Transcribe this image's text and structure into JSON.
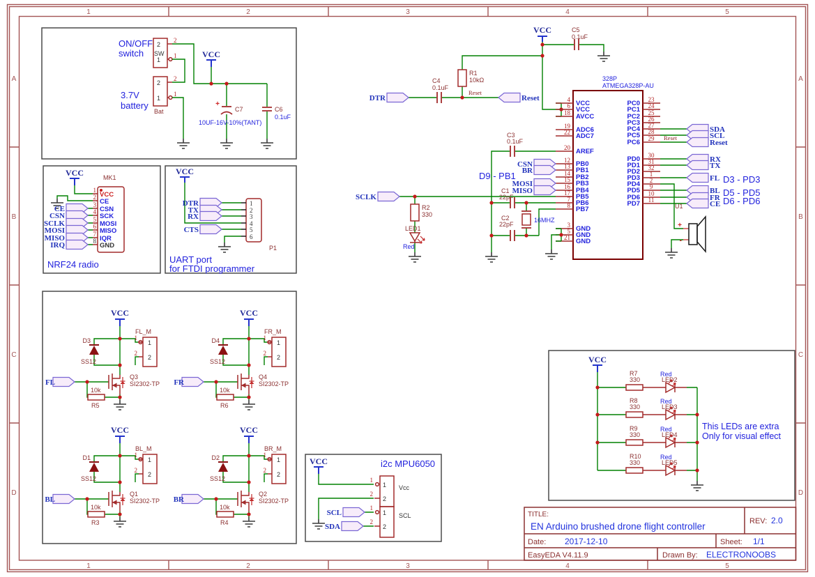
{
  "labels": {
    "vcc": "VCC",
    "one": "1",
    "two": "2",
    "plus": "+",
    "minus": "-"
  },
  "frame": {
    "cols": [
      "1",
      "2",
      "3",
      "4",
      "5"
    ],
    "rows": [
      "A",
      "B",
      "C",
      "D"
    ]
  },
  "power": {
    "note1": "ON/OFF",
    "note2": "switch",
    "note3": "3.7V",
    "note4": "battery",
    "sw_ref": "SW",
    "bat_ref": "Bat",
    "c7_ref": "C7",
    "c7_val": "10UF-16V-10%(TANT)",
    "c6_ref": "C6",
    "c6_val": "0.1uF"
  },
  "nrf": {
    "ref": "MK1",
    "caption": "NRF24 radio",
    "pin_nums": [
      "1",
      "2",
      "3",
      "4",
      "5",
      "6",
      "7",
      "8"
    ],
    "pin_names": [
      "VCC",
      "CE",
      "CSN",
      "SCK",
      "MOSI",
      "MISO",
      "IQR",
      "GND"
    ],
    "flags": [
      "CE",
      "CSN",
      "SCLK",
      "MOSI",
      "MISO",
      "IRQ"
    ]
  },
  "uart": {
    "ref": "P1",
    "caption1": "UART port",
    "caption2": "for FTDI programmer",
    "pin_nums": [
      "1",
      "2",
      "3",
      "4",
      "5",
      "6"
    ],
    "flags": [
      "DTR",
      "TX",
      "RX",
      "CTS"
    ]
  },
  "reset": {
    "dtr": "DTR",
    "c4_ref": "C4",
    "c4_val": "0.1uF",
    "r1_ref": "R1",
    "r1_val": "10kΩ",
    "net": "Reset",
    "flag": "Reset"
  },
  "vccnet": {
    "c5_ref": "C5",
    "c5_val": "0.1uF"
  },
  "mcu": {
    "name": "328P",
    "part": "ATMEGA328P-AU",
    "left": [
      {
        "n": "4",
        "l": "VCC"
      },
      {
        "n": "6",
        "l": "VCC"
      },
      {
        "n": "18",
        "l": "AVCC"
      },
      {
        "n": "19",
        "l": "ADC6"
      },
      {
        "n": "22",
        "l": "ADC7"
      },
      {
        "n": "20",
        "l": "AREF"
      },
      {
        "n": "12",
        "l": "PB0"
      },
      {
        "n": "13",
        "l": "PB1"
      },
      {
        "n": "14",
        "l": "PB2"
      },
      {
        "n": "15",
        "l": "PB3"
      },
      {
        "n": "16",
        "l": "PB4"
      },
      {
        "n": "17",
        "l": "PB5"
      },
      {
        "n": "7",
        "l": "PB6"
      },
      {
        "n": "8",
        "l": "PB7"
      },
      {
        "n": "3",
        "l": "GND"
      },
      {
        "n": "5",
        "l": "GND"
      },
      {
        "n": "21",
        "l": "GND"
      }
    ],
    "right": [
      {
        "n": "23",
        "l": "PC0"
      },
      {
        "n": "24",
        "l": "PC1"
      },
      {
        "n": "25",
        "l": "PC2"
      },
      {
        "n": "26",
        "l": "PC3"
      },
      {
        "n": "27",
        "l": "PC4"
      },
      {
        "n": "28",
        "l": "PC5"
      },
      {
        "n": "29",
        "l": "PC6"
      },
      {
        "n": "30",
        "l": "PD0"
      },
      {
        "n": "31",
        "l": "PD1"
      },
      {
        "n": "32",
        "l": "PD2"
      },
      {
        "n": "1",
        "l": "PD3"
      },
      {
        "n": "2",
        "l": "PD4"
      },
      {
        "n": "9",
        "l": "PD5"
      },
      {
        "n": "10",
        "l": "PD6"
      },
      {
        "n": "11",
        "l": "PD7"
      }
    ]
  },
  "clock": {
    "c3_ref": "C3",
    "c3_val": "0.1uF",
    "c1_ref": "C1",
    "c1_val": "22pF",
    "c2_ref": "C2",
    "c2_val": "22pF",
    "xtal_val": "16MHZ",
    "note": "D9 - PB1"
  },
  "sclk_net": {
    "flag": "SCLK",
    "r2_ref": "R2",
    "r2_val": "330",
    "led_ref": "LED1",
    "led_val": "Red"
  },
  "spi": {
    "flags": [
      "CSN",
      "BR",
      "MOSI",
      "MISO"
    ]
  },
  "right_ports": {
    "flags": [
      "SDA",
      "SCL",
      "Reset",
      "RX",
      "TX",
      "FL",
      "BL",
      "FR",
      "CE"
    ],
    "net": "Reset",
    "notes": [
      "D3 - PD3",
      "D5 - PD5",
      "D6 - PD6"
    ],
    "buzzer_ref": "U1"
  },
  "drivers": [
    {
      "flag": "FL",
      "conn": "FL_M",
      "d_ref": "D3",
      "d_part": "SS12",
      "q_ref": "Q3",
      "q_part": "SI2302-TP",
      "r_ref": "R5",
      "r_val": "10k"
    },
    {
      "flag": "FR",
      "conn": "FR_M",
      "d_ref": "D4",
      "d_part": "SS12",
      "q_ref": "Q4",
      "q_part": "SI2302-TP",
      "r_ref": "R6",
      "r_val": "10k"
    },
    {
      "flag": "BL",
      "conn": "BL_M",
      "d_ref": "D1",
      "d_part": "SS12",
      "q_ref": "Q1",
      "q_part": "SI2302-TP",
      "r_ref": "R3",
      "r_val": "10k"
    },
    {
      "flag": "BR",
      "conn": "BR_M",
      "d_ref": "D2",
      "d_part": "SS12",
      "q_ref": "Q2",
      "q_part": "SI2302-TP",
      "r_ref": "R4",
      "r_val": "10k"
    }
  ],
  "mpu": {
    "caption": "i2c MPU6050",
    "conn1_label": "Vcc",
    "conn2_label": "SCL",
    "flag_scl": "SCL",
    "flag_sda": "SDA"
  },
  "leds": {
    "rows": [
      {
        "r_ref": "R7",
        "r_val": "330",
        "led_ref": "LED2",
        "led_val": "Red"
      },
      {
        "r_ref": "R8",
        "r_val": "330",
        "led_ref": "LED3",
        "led_val": "Red"
      },
      {
        "r_ref": "R9",
        "r_val": "330",
        "led_ref": "LED4",
        "led_val": "Red"
      },
      {
        "r_ref": "R10",
        "r_val": "330",
        "led_ref": "LED5",
        "led_val": "Red"
      }
    ],
    "note1": "This LEDs are extra",
    "note2": "Only for visual effect"
  },
  "title_block": {
    "title_label": "TITLE:",
    "title": "EN Arduino brushed drone flight controller",
    "rev_label": "REV:",
    "rev": "2.0",
    "date_label": "Date:",
    "date": "2017-12-10",
    "sheet_label": "Sheet:",
    "sheet": "1/1",
    "tool": "EasyEDA V4.11.9",
    "drawn_label": "Drawn By:",
    "drawn": "ELECTRONOOBS"
  }
}
